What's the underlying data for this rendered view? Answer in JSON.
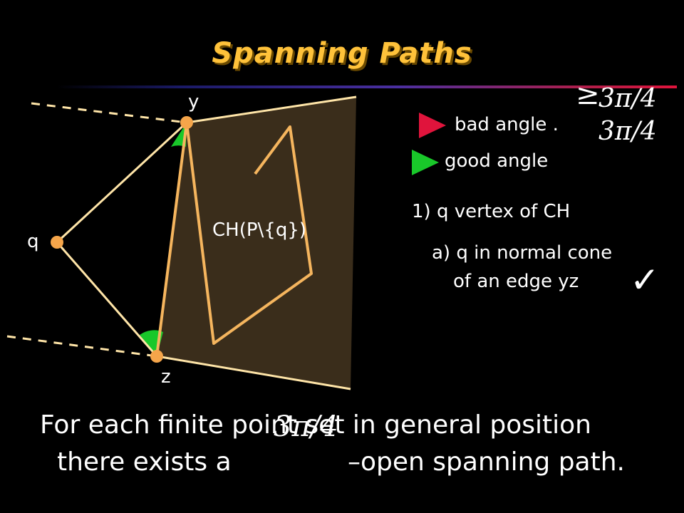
{
  "slide": {
    "title": "Spanning Paths"
  },
  "diagram": {
    "hull_label": "CH(P\\{q})",
    "points": {
      "y": "y",
      "q": "q",
      "z": "z"
    }
  },
  "legend": {
    "ge_symbol": "≥",
    "bad_angle": "bad angle .",
    "bad_angle_value": "3π/4",
    "bad_angle_value_2": "3π/4",
    "good_angle": "good angle",
    "colors": {
      "bad": "#E0143C",
      "good": "#19C82A",
      "point": "#F5A54A",
      "hull": "#3A2D1B",
      "edge": "#FFE5A8"
    }
  },
  "conditions": {
    "item1": "1) q vertex of CH",
    "item1a_line1": "a) q in normal cone",
    "item1a_line2": "of an edge yz",
    "check_mark": "✓"
  },
  "statement": {
    "line1": "For each finite point set in general position",
    "line2_part1": "there exists a",
    "line2_part2": "–open spanning path.",
    "overlay_math": "3π/4"
  }
}
